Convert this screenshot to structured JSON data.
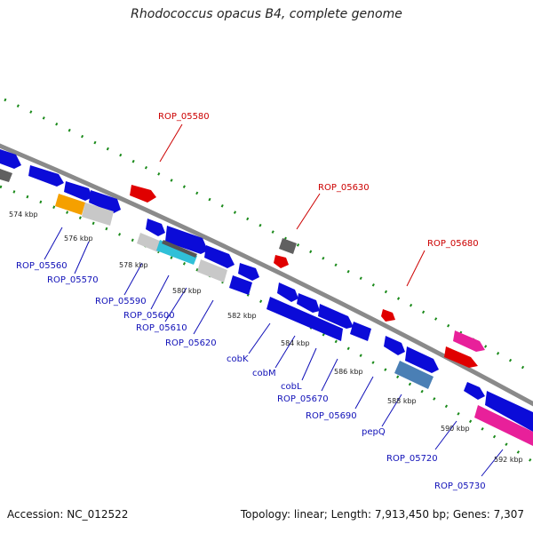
{
  "title": "Rhodococcus opacus B4, complete genome",
  "footer": {
    "accession": "Accession: NC_012522",
    "summary": "Topology: linear; Length: 7,913,450 bp; Genes: 7,307"
  },
  "colors": {
    "backbone": "#8a8a8a",
    "tick_dots": "#1a8a1a",
    "gene_blue": "#0b0bd8",
    "gene_red": "#e00000",
    "gene_gray": "#606060",
    "gene_lightgray": "#c8c8c8",
    "gene_orange": "#f5a000",
    "gene_cyan": "#30c0d8",
    "gene_steel": "#4a7fb5",
    "gene_pink": "#e8209a",
    "label_blue": "#1010b8",
    "label_red": "#cc0000"
  },
  "tick_labels": [
    "574 kbp",
    "576 kbp",
    "578 kbp",
    "580 kbp",
    "582 kbp",
    "584 kbp",
    "586 kbp",
    "588 kbp",
    "590 kbp",
    "592 kbp"
  ],
  "gene_labels": [
    {
      "text": "ROP_05580",
      "color": "red"
    },
    {
      "text": "ROP_05630",
      "color": "red"
    },
    {
      "text": "ROP_05680",
      "color": "red"
    },
    {
      "text": "ROP_05560",
      "color": "blue"
    },
    {
      "text": "ROP_05570",
      "color": "blue"
    },
    {
      "text": "ROP_05590",
      "color": "blue"
    },
    {
      "text": "ROP_05600",
      "color": "blue"
    },
    {
      "text": "ROP_05610",
      "color": "blue"
    },
    {
      "text": "ROP_05620",
      "color": "blue"
    },
    {
      "text": "cobK",
      "color": "blue"
    },
    {
      "text": "cobM",
      "color": "blue"
    },
    {
      "text": "cobL",
      "color": "blue"
    },
    {
      "text": "ROP_05670",
      "color": "blue"
    },
    {
      "text": "ROP_05690",
      "color": "blue"
    },
    {
      "text": "pepQ",
      "color": "blue"
    },
    {
      "text": "ROP_05720",
      "color": "blue"
    },
    {
      "text": "ROP_05730",
      "color": "blue"
    }
  ]
}
